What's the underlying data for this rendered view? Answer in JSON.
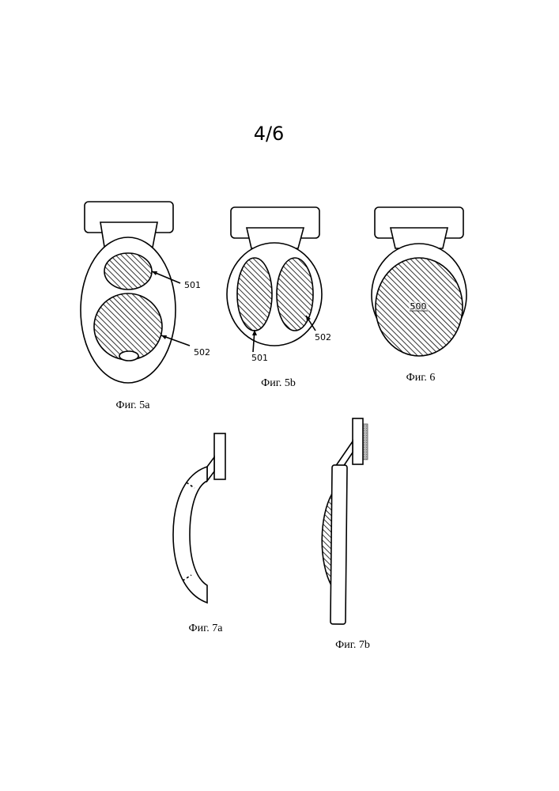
{
  "page": {
    "sheet_number": "4/6"
  },
  "figures": {
    "fig5a": {
      "caption": "Фиг. 5a",
      "refs": {
        "upper": "501",
        "lower": "502"
      }
    },
    "fig5b": {
      "caption": "Фиг. 5b",
      "refs": {
        "left": "501",
        "right": "502"
      }
    },
    "fig6": {
      "caption": "Фиг. 6",
      "refs": {
        "center": "500"
      }
    },
    "fig7a": {
      "caption": "Фиг. 7a"
    },
    "fig7b": {
      "caption": "Фиг. 7b"
    }
  }
}
